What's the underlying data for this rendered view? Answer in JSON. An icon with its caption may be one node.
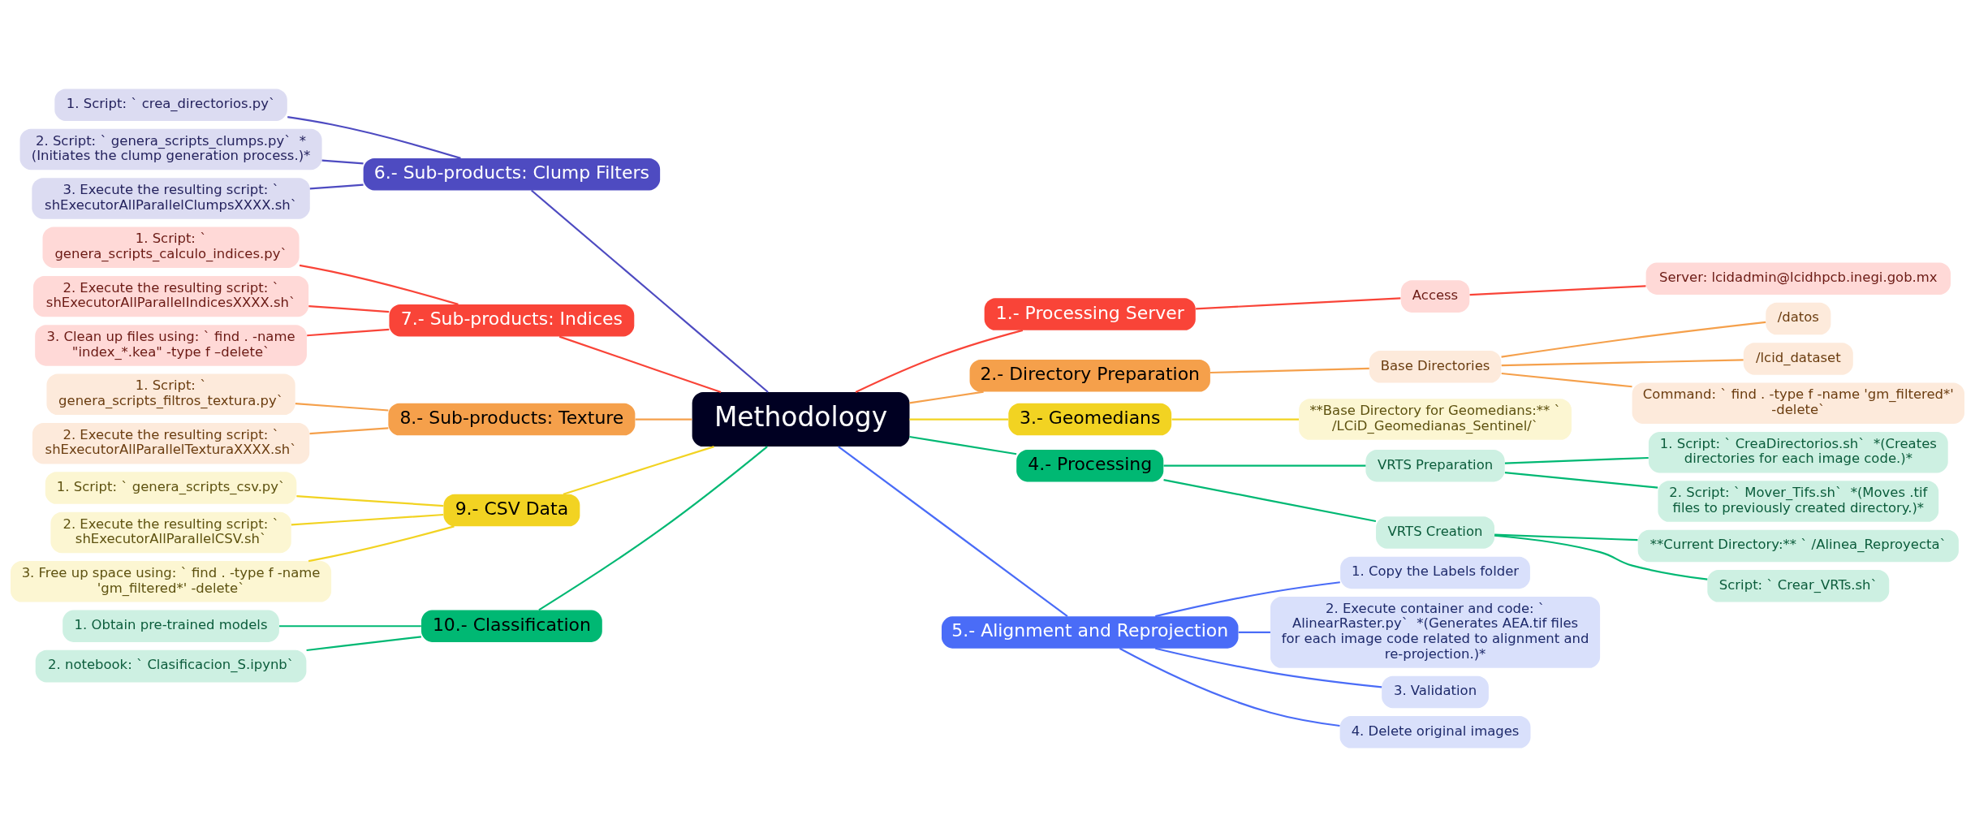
{
  "diagram": {
    "nodes": [
      {
        "text": [
          "Methodology"
        ]
      },
      {
        "text": [
          "1.- Processing Server"
        ]
      },
      {
        "text": [
          "Access"
        ]
      },
      {
        "text": [
          "Server: lcidadmin@lcidhpcb.inegi.gob.mx"
        ]
      },
      {
        "text": [
          "2.- Directory Preparation"
        ]
      },
      {
        "text": [
          "Base Directories"
        ]
      },
      {
        "text": [
          "/datos"
        ]
      },
      {
        "text": [
          "/lcid_dataset"
        ]
      },
      {
        "text": [
          "Command: ` find . -type f -name 'gm_filtered*' -delete`"
        ]
      },
      {
        "text": [
          "3.- Geomedians"
        ]
      },
      {
        "text": [
          "**Base Directory for Geomedians:** ` /LCiD_Geomedianas_Sentinel/`"
        ]
      },
      {
        "text": [
          "4.- Processing"
        ]
      },
      {
        "text": [
          "VRTS Preparation"
        ]
      },
      {
        "text": [
          "1. Script: ` CreaDirectorios.sh`  *(Creates directories for each image code.)*"
        ]
      },
      {
        "text": [
          "2. Script: ` Mover_Tifs.sh`  *(Moves .tif files to previously created directory.)*"
        ]
      },
      {
        "text": [
          "VRTS Creation"
        ]
      },
      {
        "text": [
          "**Current Directory:** ` /Alinea_Reproyecta`"
        ]
      },
      {
        "text": [
          "Script: ` Crear_VRTs.sh`"
        ]
      },
      {
        "text": [
          "5.- Alignment and Reprojection"
        ]
      },
      {
        "text": [
          "1. Copy the Labels folder"
        ]
      },
      {
        "text": [
          "2. Execute container and code: ` AlinearRaster.py`  *(Generates AEA.tif files for each image code related to alignment and re-projection.)*"
        ]
      },
      {
        "text": [
          "3. Validation"
        ]
      },
      {
        "text": [
          "4. Delete original images"
        ]
      },
      {
        "text": [
          "6.- Sub-products: Clump Filters"
        ]
      },
      {
        "text": [
          "1. Script: ` crea_directorios.py`"
        ]
      },
      {
        "text": [
          "2. Script: ` genera_scripts_clumps.py`  * (Initiates the clump generation process.)*"
        ]
      },
      {
        "text": [
          "3. Execute the resulting script: ` shExecutorAllParallelClumpsXXXX.sh`"
        ]
      },
      {
        "text": [
          "7.- Sub-products: Indices"
        ]
      },
      {
        "text": [
          "1. Script: ` genera_scripts_calculo_indices.py`"
        ]
      },
      {
        "text": [
          "2. Execute the resulting script: ` shExecutorAllParallelIndicesXXXX.sh`"
        ]
      },
      {
        "text": [
          "3. Clean up files using: ` find . -name \"index_*.kea\" -type f –delete`"
        ]
      },
      {
        "text": [
          "8.- Sub-products: Texture"
        ]
      },
      {
        "text": [
          "1. Script: ` genera_scripts_filtros_textura.py`"
        ]
      },
      {
        "text": [
          "2. Execute the resulting script: ` shExecutorAllParallelTexturaXXXX.sh`"
        ]
      },
      {
        "text": [
          "9.- CSV Data"
        ]
      },
      {
        "text": [
          "1. Script: ` genera_scripts_csv.py`"
        ]
      },
      {
        "text": [
          "2. Execute the resulting script: ` shExecutorAllParallelCSV.sh`"
        ]
      },
      {
        "text": [
          "3. Free up space using: ` find . -type f -name 'gm_filtered*' -delete`"
        ]
      },
      {
        "text": [
          "10.- Classification"
        ]
      },
      {
        "text": [
          "1. Obtain pre-trained models"
        ]
      },
      {
        "text": [
          "2. notebook: ` Clasificacion_S.ipynb`"
        ]
      }
    ],
    "edges": [
      {
        "from": 0,
        "to": 1,
        "arrow": "none",
        "color": "#f94438"
      },
      {
        "from": 1,
        "to": 2,
        "arrow": "none",
        "color": "#f94438"
      },
      {
        "from": 2,
        "to": 3,
        "arrow": "none",
        "color": "#f94438"
      },
      {
        "from": 0,
        "to": 4,
        "arrow": "none",
        "color": "#f5a04b"
      },
      {
        "from": 4,
        "to": 5,
        "arrow": "none",
        "color": "#f5a04b"
      },
      {
        "from": 5,
        "to": 6,
        "arrow": "none",
        "color": "#f5a04b"
      },
      {
        "from": 5,
        "to": 7,
        "arrow": "none",
        "color": "#f5a04b"
      },
      {
        "from": 5,
        "to": 8,
        "arrow": "none",
        "color": "#f5a04b"
      },
      {
        "from": 0,
        "to": 9,
        "arrow": "none",
        "color": "#f2d322"
      },
      {
        "from": 9,
        "to": 10,
        "arrow": "none",
        "color": "#f2d322"
      },
      {
        "from": 0,
        "to": 11,
        "arrow": "none",
        "color": "#00b873"
      },
      {
        "from": 11,
        "to": 12,
        "arrow": "none",
        "color": "#00b873"
      },
      {
        "from": 12,
        "to": 13,
        "arrow": "none",
        "color": "#00b873"
      },
      {
        "from": 12,
        "to": 14,
        "arrow": "none",
        "color": "#00b873"
      },
      {
        "from": 11,
        "to": 15,
        "arrow": "none",
        "color": "#00b873"
      },
      {
        "from": 15,
        "to": 16,
        "arrow": "none",
        "color": "#00b873"
      },
      {
        "from": 15,
        "to": 17,
        "arrow": "none",
        "color": "#00b873"
      },
      {
        "from": 0,
        "to": 18,
        "arrow": "none",
        "color": "#4a6cf7"
      },
      {
        "from": 18,
        "to": 19,
        "arrow": "none",
        "color": "#4a6cf7"
      },
      {
        "from": 18,
        "to": 20,
        "arrow": "none",
        "color": "#4a6cf7"
      },
      {
        "from": 18,
        "to": 21,
        "arrow": "none",
        "color": "#4a6cf7"
      },
      {
        "from": 18,
        "to": 22,
        "arrow": "none",
        "color": "#4a6cf7"
      },
      {
        "from": 0,
        "to": 23,
        "arrow": "none",
        "color": "#4e4bc1"
      },
      {
        "from": 23,
        "to": 24,
        "arrow": "none",
        "color": "#4e4bc1"
      },
      {
        "from": 23,
        "to": 25,
        "arrow": "none",
        "color": "#4e4bc1"
      },
      {
        "from": 23,
        "to": 26,
        "arrow": "none",
        "color": "#4e4bc1"
      },
      {
        "from": 0,
        "to": 27,
        "arrow": "none",
        "color": "#f94438"
      },
      {
        "from": 27,
        "to": 28,
        "arrow": "none",
        "color": "#f94438"
      },
      {
        "from": 27,
        "to": 29,
        "arrow": "none",
        "color": "#f94438"
      },
      {
        "from": 27,
        "to": 30,
        "arrow": "none",
        "color": "#f94438"
      },
      {
        "from": 0,
        "to": 31,
        "arrow": "none",
        "color": "#f5a04b"
      },
      {
        "from": 31,
        "to": 32,
        "arrow": "none",
        "color": "#f5a04b"
      },
      {
        "from": 31,
        "to": 33,
        "arrow": "none",
        "color": "#f5a04b"
      },
      {
        "from": 0,
        "to": 34,
        "arrow": "none",
        "color": "#f2d322"
      },
      {
        "from": 34,
        "to": 35,
        "arrow": "none",
        "color": "#f2d322"
      },
      {
        "from": 34,
        "to": 36,
        "arrow": "none",
        "color": "#f2d322"
      },
      {
        "from": 34,
        "to": 37,
        "arrow": "none",
        "color": "#f2d322"
      },
      {
        "from": 0,
        "to": 38,
        "arrow": "none",
        "color": "#00b873"
      },
      {
        "from": 38,
        "to": 39,
        "arrow": "none",
        "color": "#00b873"
      },
      {
        "from": 38,
        "to": 40,
        "arrow": "none",
        "color": "#00b873"
      }
    ]
  }
}
